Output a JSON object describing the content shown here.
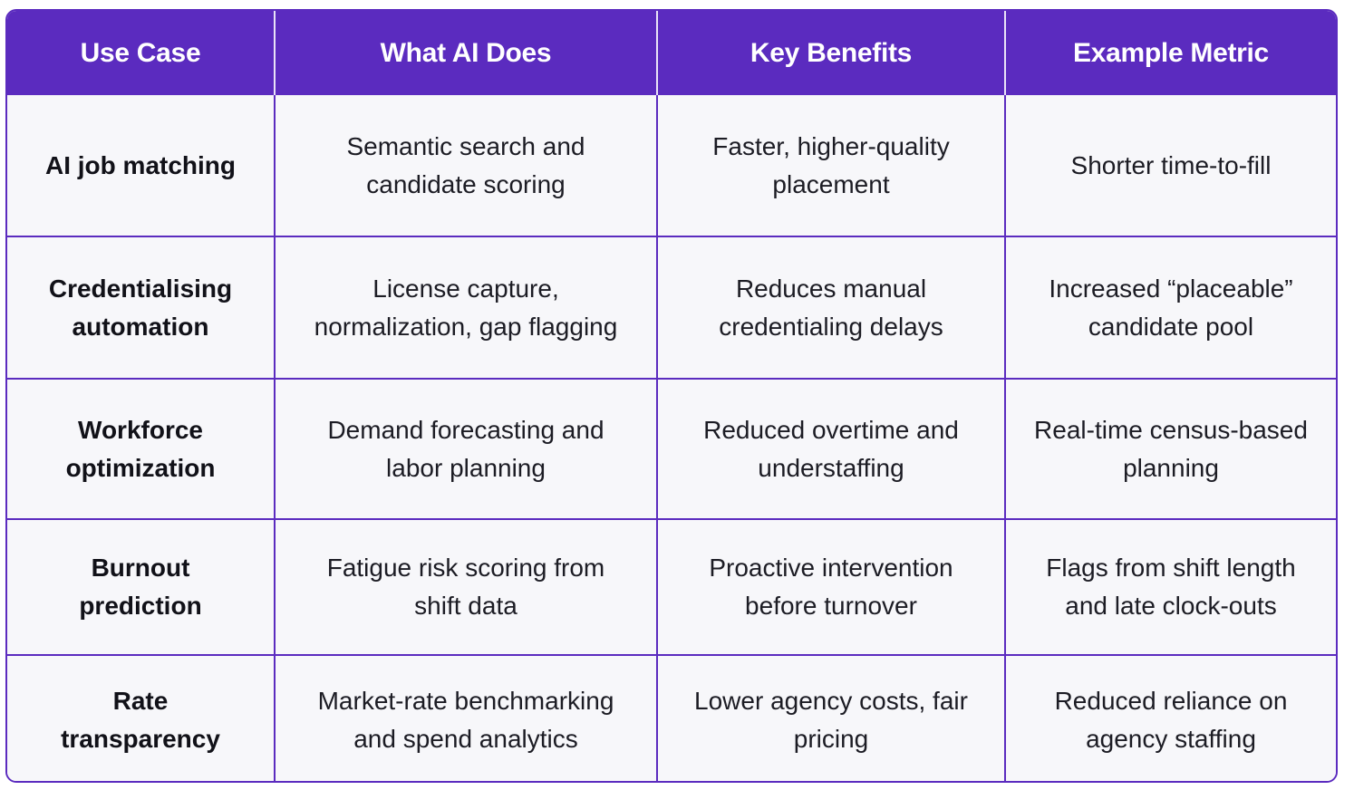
{
  "table": {
    "headers": [
      "Use Case",
      "What AI Does",
      "Key Benefits",
      "Example Metric"
    ],
    "rows": [
      [
        "AI job matching",
        "Semantic search and candidate scoring",
        "Faster, higher-quality placement",
        "Shorter time-to-fill"
      ],
      [
        "Credentialising automation",
        "License capture, normalization, gap flagging",
        "Reduces manual credentialing delays",
        "Increased “placeable” candidate pool"
      ],
      [
        "Workforce optimization",
        "Demand forecasting and labor planning",
        "Reduced overtime and understaffing",
        "Real-time census-based planning"
      ],
      [
        "Burnout prediction",
        "Fatigue risk scoring from shift data",
        "Proactive intervention before turnover",
        "Flags from shift length and late clock-outs"
      ],
      [
        "Rate transparency",
        "Market-rate benchmarking and spend analytics",
        "Lower agency costs, fair pricing",
        "Reduced reliance on agency staffing"
      ]
    ]
  },
  "colors": {
    "header_bg": "#5b2bbf",
    "header_text": "#ffffff",
    "border": "#5b2bbf",
    "cell_bg": "#f7f7fa"
  }
}
